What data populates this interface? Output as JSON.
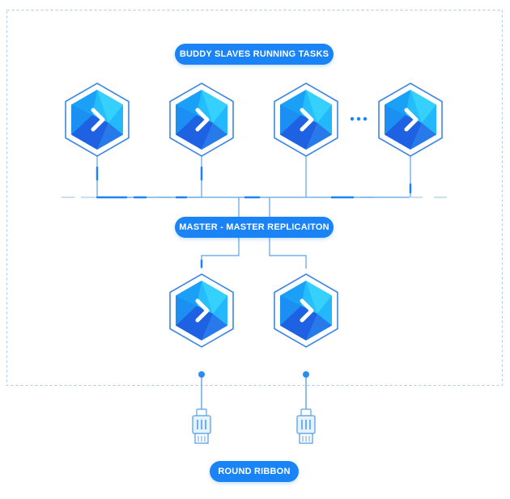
{
  "labels": {
    "slaves": "BUDDY SLAVES RUNNING TASKS",
    "replication": "MASTER - MASTER REPLICAITON",
    "ribbon": "ROUND RIBBON"
  },
  "icons": {
    "node": "buddy-chevron-hexagon-icon",
    "ellipsis": "ellipsis-icon",
    "plug": "ethernet-plug-icon"
  },
  "colors": {
    "accent": "#1a84f6",
    "line": "#5aa2e6",
    "dash": "#b8d2ee",
    "hex_light": "#27c3fb",
    "hex_dark": "#1a5fe0"
  }
}
